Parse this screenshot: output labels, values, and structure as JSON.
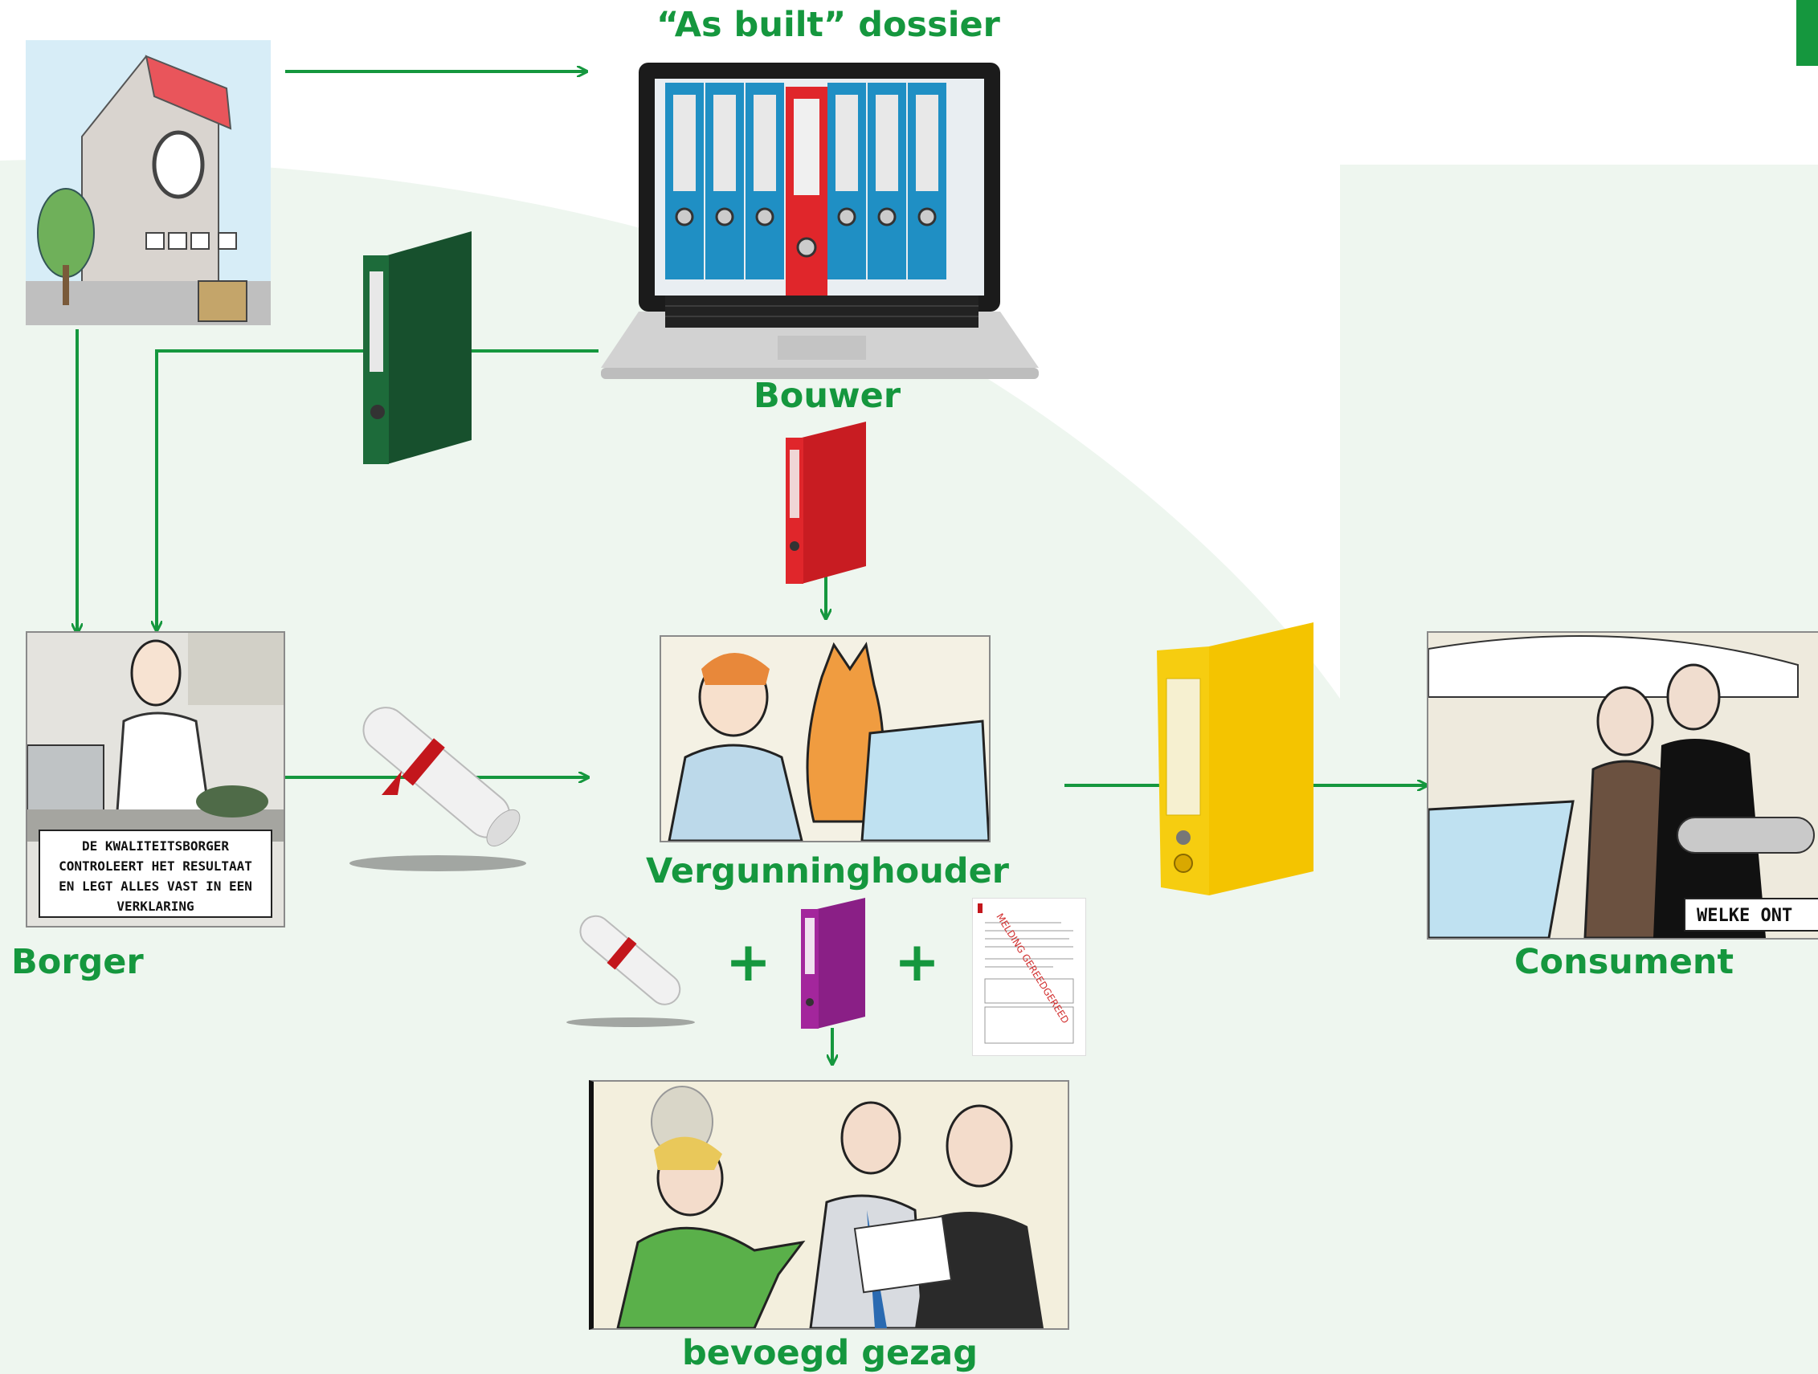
{
  "labels": {
    "as_built_dossier": "“As built” dossier",
    "bouwer": "Bouwer",
    "vergunninghouder": "Vergunninghouder",
    "borger": "Borger",
    "consument": "Consument",
    "bevoegd_gezag": "bevoegd gezag"
  },
  "borger_panel": {
    "caption_line1": "DE KWALITEITSBORGER",
    "caption_line2": "CONTROLEERT HET RESULTAAT",
    "caption_line3": "EN LEGT ALLES VAST IN EEN",
    "caption_line4": "VERKLARING"
  },
  "consument_panel": {
    "caption": "WELKE ONT"
  },
  "bevoegd_gezag_items": {
    "plus_1": "+",
    "plus_2": "+"
  },
  "document_stamp": "MELDING GEREEDGEREED",
  "colors": {
    "accent_green": "#15973e",
    "background_tint": "#eef6ef",
    "binder_blue": "#1f8fc4",
    "binder_red": "#e0262b",
    "binder_green": "#1d6b3a",
    "binder_yellow": "#f4c400",
    "binder_purple": "#a3269c"
  }
}
